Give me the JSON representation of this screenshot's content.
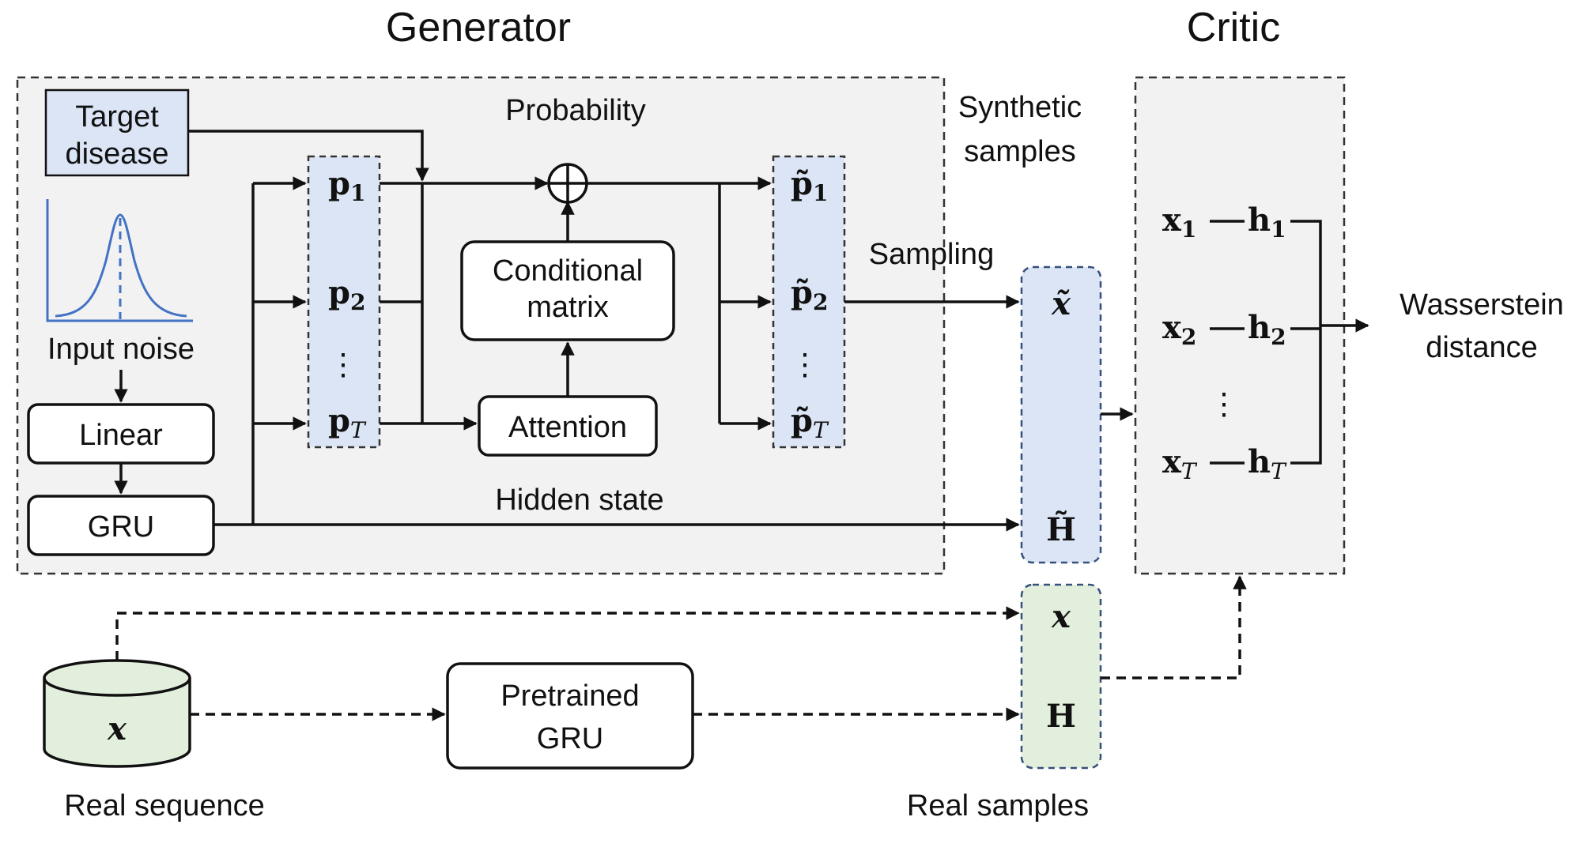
{
  "headings": {
    "generator": "Generator",
    "critic": "Critic"
  },
  "generator": {
    "target_line1": "Target",
    "target_line2": "disease",
    "input_noise": "Input noise",
    "linear": "Linear",
    "gru": "GRU",
    "probability": "Probability",
    "conditional_line1": "Conditional",
    "conditional_line2": "matrix",
    "attention": "Attention",
    "hidden_state": "Hidden state",
    "sampling": "Sampling",
    "p_symbol": "p",
    "p_subs": [
      "1",
      "2",
      "T"
    ],
    "vdots": "⋮",
    "oplus": "⊕"
  },
  "synthetic": {
    "label_line1": "Synthetic",
    "label_line2": "samples",
    "x_symbol": "x̃",
    "h_symbol": "H̃"
  },
  "real": {
    "sequence_label": "Real sequence",
    "db_symbol": "x",
    "pretrained_line1": "Pretrained",
    "pretrained_line2": "GRU",
    "samples_label": "Real samples",
    "x_symbol": "x",
    "h_symbol": "H"
  },
  "critic": {
    "x_symbol": "x",
    "h_symbol": "h",
    "subs": [
      "1",
      "2",
      "T"
    ],
    "vdots": "⋮",
    "output_line1": "Wasserstein",
    "output_line2": "distance"
  },
  "colors": {
    "blue_fill": "#dbe5f5",
    "green_fill": "#e2efdc",
    "panel_fill": "#f2f2f2",
    "curve_blue": "#4472c4"
  }
}
